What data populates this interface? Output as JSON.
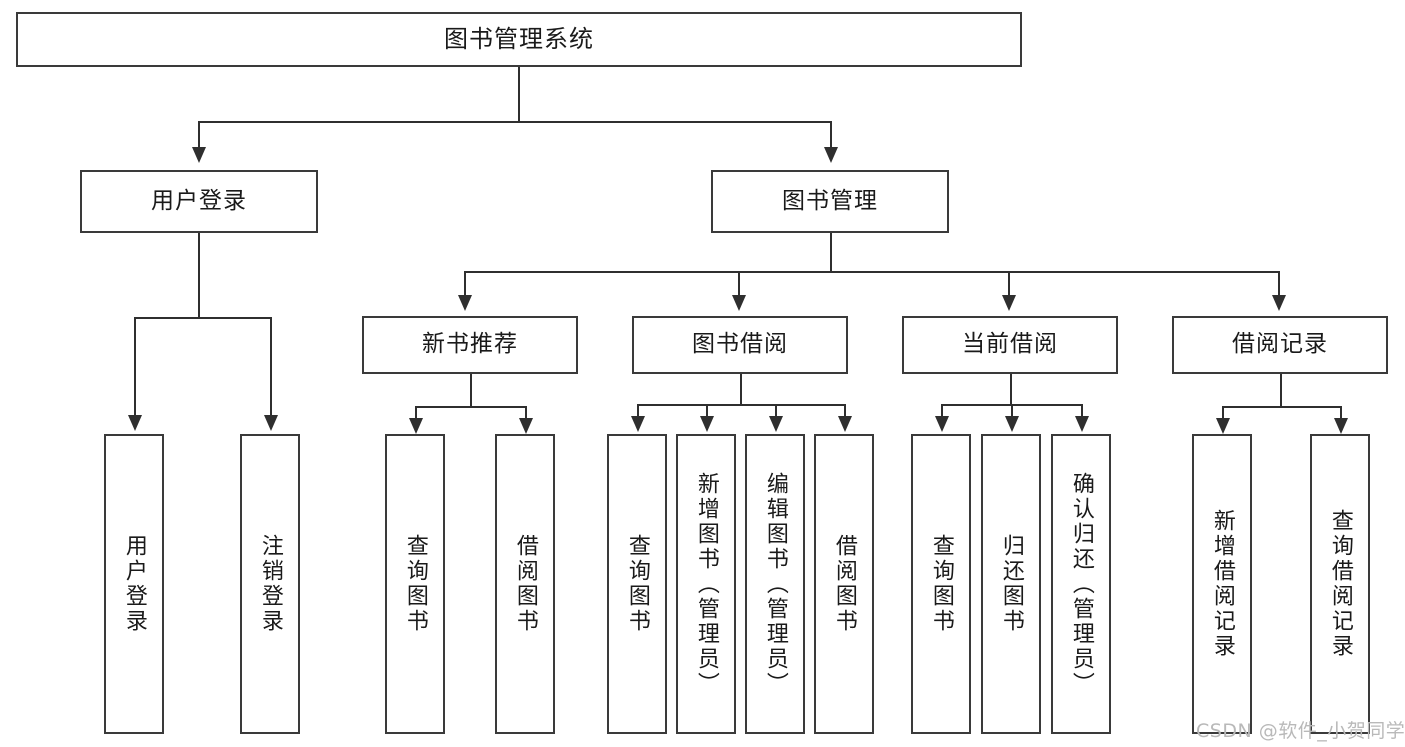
{
  "diagram": {
    "type": "tree-hierarchy",
    "title": "图书管理系统",
    "root": {
      "label": "图书管理系统"
    },
    "level2": [
      {
        "id": "user-login",
        "label": "用户登录"
      },
      {
        "id": "book-manage",
        "label": "图书管理"
      }
    ],
    "level3": [
      {
        "id": "new-book-recommend",
        "label": "新书推荐"
      },
      {
        "id": "book-borrow",
        "label": "图书借阅"
      },
      {
        "id": "current-borrow",
        "label": "当前借阅"
      },
      {
        "id": "borrow-record",
        "label": "借阅记录"
      }
    ],
    "leaves": [
      {
        "id": "leaf-user-login",
        "label": "用户登录",
        "parent": "user-login"
      },
      {
        "id": "leaf-logout-login",
        "label": "注销登录",
        "parent": "user-login"
      },
      {
        "id": "leaf-query-book-1",
        "label": "查询图书",
        "parent": "new-book-recommend"
      },
      {
        "id": "leaf-borrow-book-1",
        "label": "借阅图书",
        "parent": "new-book-recommend"
      },
      {
        "id": "leaf-query-book-2",
        "label": "查询图书",
        "parent": "book-borrow"
      },
      {
        "id": "leaf-add-book",
        "label": "新增图书（管理员）",
        "parent": "book-borrow"
      },
      {
        "id": "leaf-edit-book",
        "label": "编辑图书（管理员）",
        "parent": "book-borrow"
      },
      {
        "id": "leaf-borrow-book-2",
        "label": "借阅图书",
        "parent": "book-borrow"
      },
      {
        "id": "leaf-query-book-3",
        "label": "查询图书",
        "parent": "current-borrow"
      },
      {
        "id": "leaf-return-book",
        "label": "归还图书",
        "parent": "current-borrow"
      },
      {
        "id": "leaf-confirm-return",
        "label": "确认归还（管理员）",
        "parent": "current-borrow"
      },
      {
        "id": "leaf-add-record",
        "label": "新增借阅记录",
        "parent": "borrow-record"
      },
      {
        "id": "leaf-query-record",
        "label": "查询借阅记录",
        "parent": "borrow-record"
      }
    ]
  },
  "watermark": {
    "text": "CSDN @软件_小贺同学"
  },
  "colors": {
    "box_border": "#3a3a3a",
    "line": "#2f2f2f",
    "text": "#1a1a1a",
    "background": "#ffffff",
    "watermark": "#b9b9b9"
  }
}
